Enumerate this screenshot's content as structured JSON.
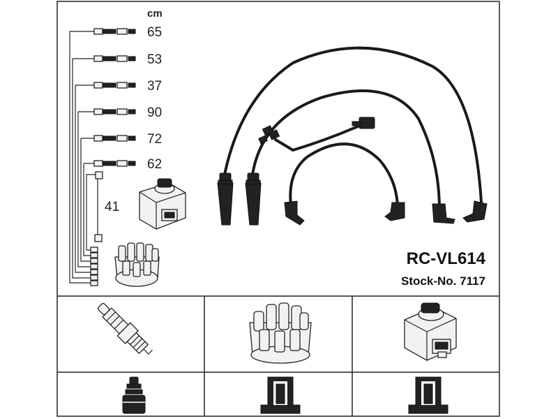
{
  "header": {
    "unit_label": "cm"
  },
  "wire_lengths": [
    "65",
    "53",
    "37",
    "90",
    "72",
    "62",
    "41"
  ],
  "product": {
    "code": "RC-VL614",
    "stock_line": "Stock-No. 7117"
  },
  "icons": {
    "coil": "ignition-coil-icon",
    "distributor": "distributor-cap-icon",
    "spark_plug": "spark-plug-icon",
    "plug_terminal": "plug-terminal-icon",
    "connector": "connector-profile-icon"
  }
}
